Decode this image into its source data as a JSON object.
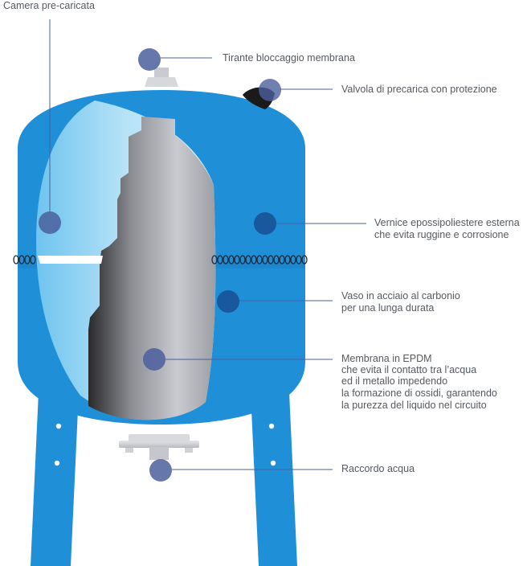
{
  "colors": {
    "tank_blue": "#1f8fd8",
    "tank_blue_dark": "#1677bf",
    "marker": "#4a5f9c",
    "leader_line": "#4a5f9c",
    "text": "#555a60"
  },
  "labels": {
    "pre_charged_chamber": "Camera pre-caricata",
    "membrane_rod": "Tirante bloccaggio membrana",
    "precharge_valve": "Valvola di precarica con protezione",
    "paint": [
      "Vernice epossipoliestere esterna",
      "che evita ruggine e corrosione"
    ],
    "vessel": [
      "Vaso in acciaio al carbonio",
      "per una lunga durata"
    ],
    "membrane": [
      "Membrana in EPDM",
      "che evita il contatto tra l’acqua",
      "ed il metallo impedendo",
      "la formazione di ossidi, garantendo",
      "la purezza del liquido nel circuito"
    ],
    "water_connection": "Raccordo acqua"
  }
}
